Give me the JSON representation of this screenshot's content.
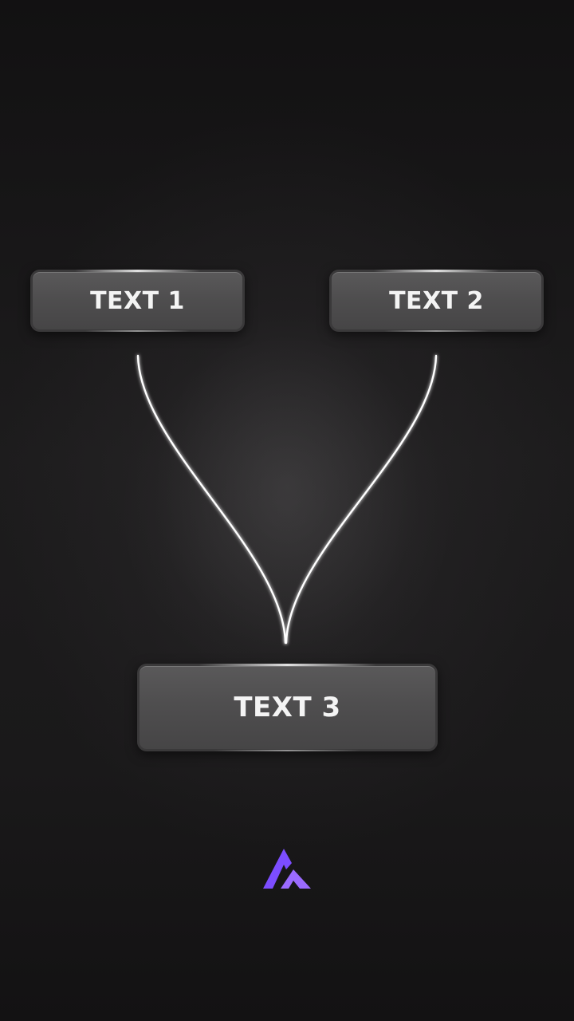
{
  "diagram": {
    "nodes": [
      {
        "id": "text-1",
        "label": "TEXT 1"
      },
      {
        "id": "text-2",
        "label": "TEXT 2"
      },
      {
        "id": "text-3",
        "label": "TEXT 3"
      }
    ],
    "edges": [
      {
        "from": "text-1",
        "to": "text-3"
      },
      {
        "from": "text-2",
        "to": "text-3"
      }
    ]
  },
  "brand": {
    "logo_icon": "mountain-logo-icon",
    "logo_color": "#8b5cf6"
  },
  "colors": {
    "background": "#151415",
    "box_fill": "#525152",
    "box_border": "#3a393a",
    "text": "#f4f4f4",
    "connector": "#ffffff"
  }
}
